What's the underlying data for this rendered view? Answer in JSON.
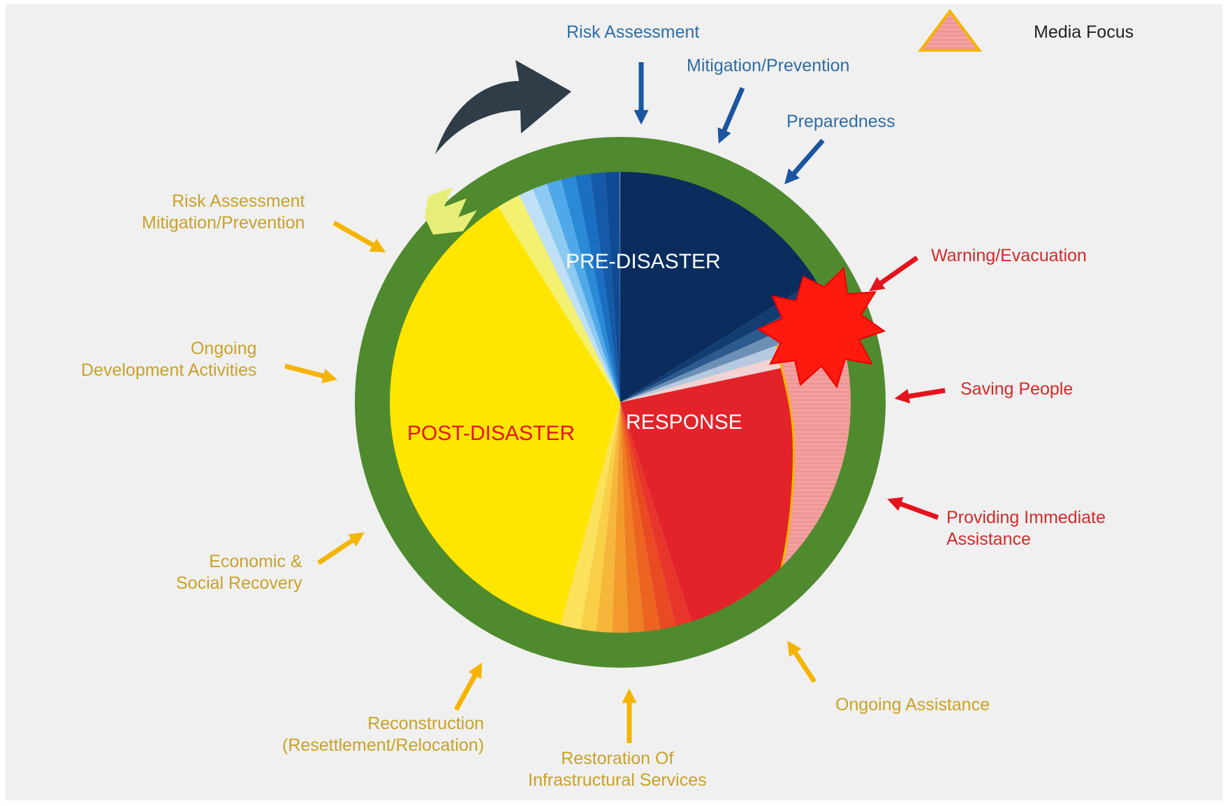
{
  "legend": {
    "label": "Media Focus",
    "color_fill": "#f08a8a",
    "color_border": "#f5b400"
  },
  "phases": {
    "pre_disaster": "PRE-DISASTER",
    "response": "RESPONSE",
    "post_disaster": "POST-DISASTER"
  },
  "pre_disaster_items": {
    "risk_assessment": "Risk Assessment",
    "mitigation_prevention": "Mitigation/Prevention",
    "preparedness": "Preparedness"
  },
  "response_items": {
    "warning_evacuation": "Warning/Evacuation",
    "saving_people": "Saving People",
    "providing_immediate_line1": "Providing Immediate",
    "providing_immediate_line2": "Assistance"
  },
  "post_disaster_items": {
    "ongoing_assistance": "Ongoing Assistance",
    "restoration_line1": "Restoration Of",
    "restoration_line2": "Infrastructural  Services",
    "reconstruction_line1": "Reconstruction",
    "reconstruction_line2": "(Resettlement/Relocation)",
    "economic_line1": "Economic &",
    "economic_line2": "Social Recovery",
    "ongoing_dev_line1": "Ongoing",
    "ongoing_dev_line2": "Development Activities",
    "risk_mitigation_line1": "Risk Assessment",
    "risk_mitigation_line2": "Mitigation/Prevention"
  },
  "colors": {
    "ring": "#4f8a2e",
    "pre_disaster": "#0a2d5e",
    "response": "#e3232a",
    "post_disaster": "#ffe600",
    "blue_arrow": "#1a55a0",
    "red_arrow": "#e3141e",
    "gold_arrow": "#f5b400",
    "cycle_arrow": "#2e3d47"
  }
}
